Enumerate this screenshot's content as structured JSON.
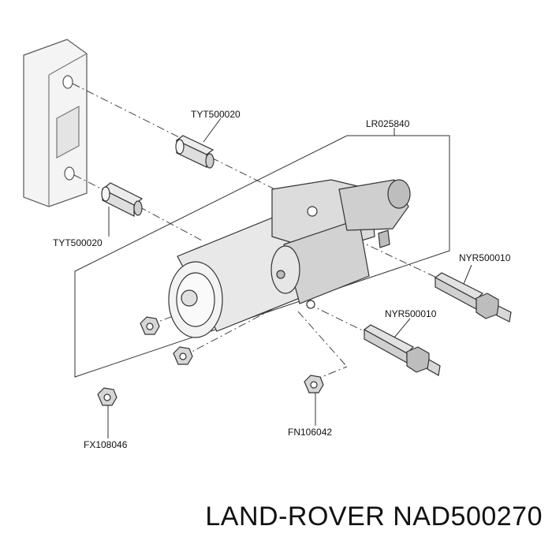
{
  "callouts": {
    "bushing_top": "TYT500020",
    "bushing_left": "TYT500020",
    "starter": "LR025840",
    "stud_upper": "NYR500010",
    "stud_lower": "NYR500010",
    "nut_left": "FX108046",
    "nut_center": "FN106042"
  },
  "footer": {
    "text": "LAND-ROVER NAD500270"
  },
  "colors": {
    "line": "#333333",
    "fill_light": "#f2f2f2",
    "fill_mid": "#dcdcdc",
    "fill_dark": "#bdbdbd"
  }
}
